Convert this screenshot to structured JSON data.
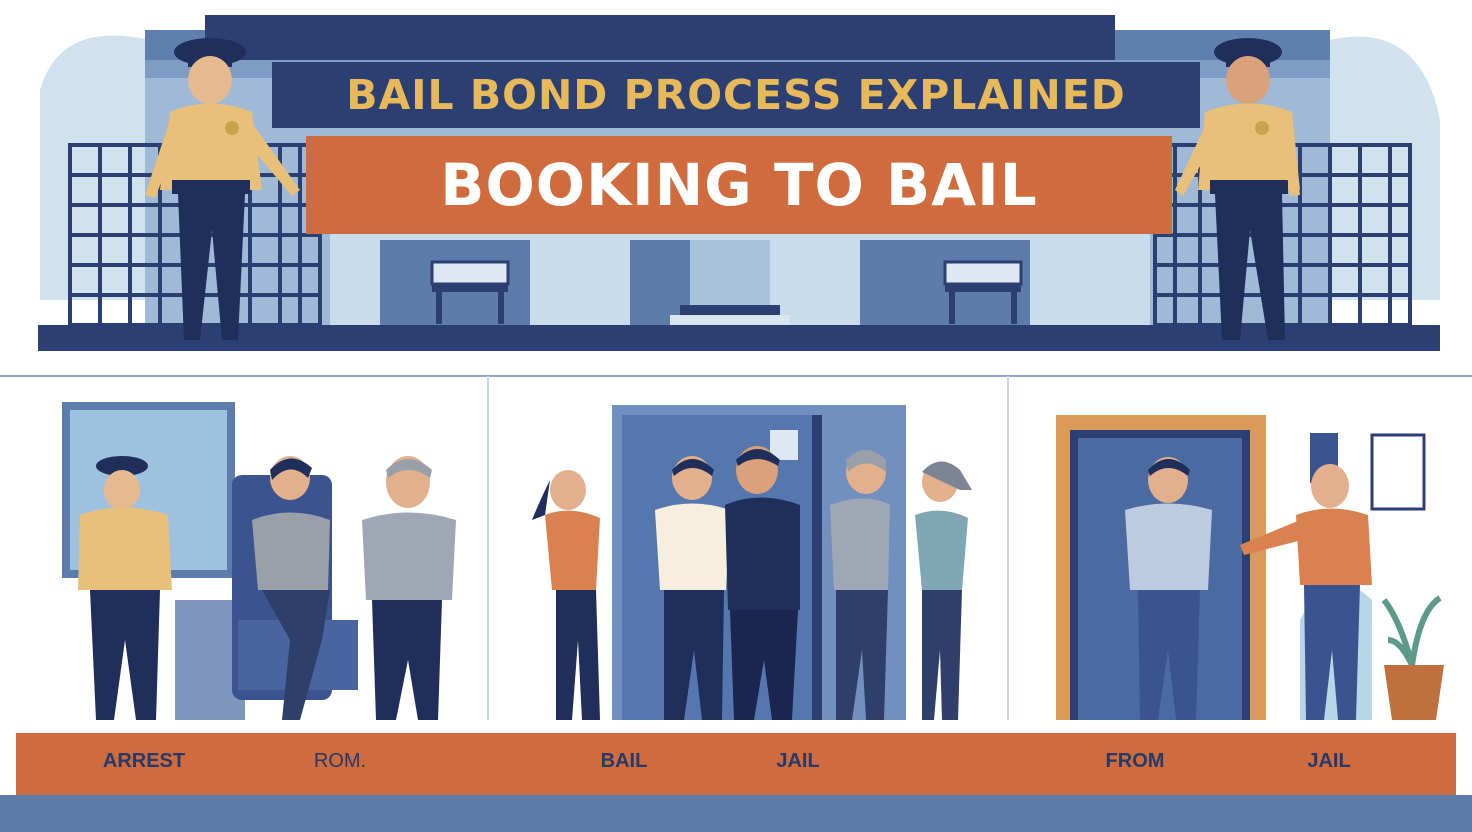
{
  "banner": {
    "title": "BAIL BOND PROCESS EXPLAINED",
    "subtitle": "BOOKING TO BAIL"
  },
  "steps": [
    {
      "label": "ARREST"
    },
    {
      "label": "ROM."
    },
    {
      "label": "BAIL"
    },
    {
      "label": "JAIL"
    },
    {
      "label": "FROM"
    },
    {
      "label": "JAIL"
    }
  ],
  "colors": {
    "navy": "#2c3f73",
    "dark_navy": "#1f2e5a",
    "orange": "#cf6b3c",
    "gold": "#e7b95a",
    "light_blue": "#b9d5e8",
    "khaki": "#e8c07a",
    "background": "#ffffff"
  }
}
